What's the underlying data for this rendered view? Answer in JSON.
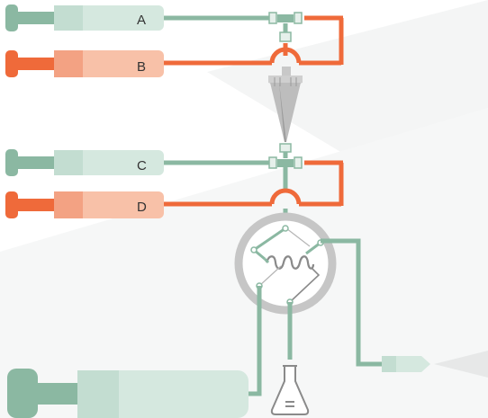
{
  "colors": {
    "green": "#8bb8a2",
    "green_light": "#d5e8df",
    "orange": "#ef6a3a",
    "orange_light": "#f8c1a8",
    "valve_ring": "#c6c6c6",
    "background_shape": "#f3f4f4"
  },
  "syringes": [
    {
      "label": "A"
    },
    {
      "label": "B"
    },
    {
      "label": "C"
    },
    {
      "label": "D"
    }
  ],
  "icons": {
    "mixer": "static-mixer-icon",
    "valve": "injection-valve-icon",
    "loop": "sample-loop-coil-icon",
    "waste": "waste-flask-icon",
    "nozzle": "spray-nozzle-icon"
  }
}
